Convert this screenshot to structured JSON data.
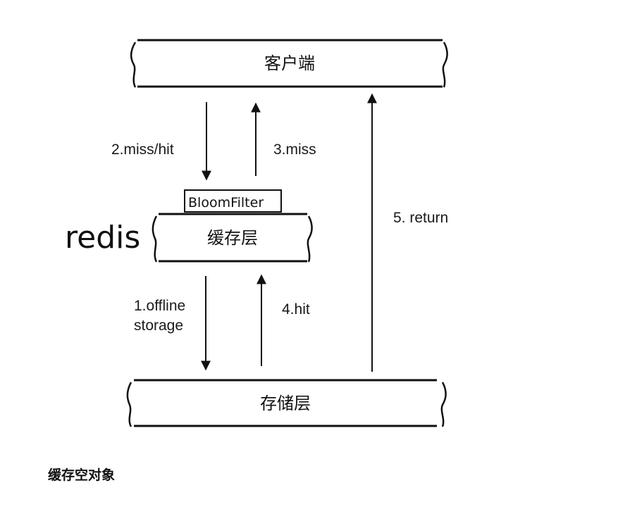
{
  "diagram": {
    "client_box_label": "客户端",
    "cache_box_label": "缓存层",
    "storage_box_label": "存储层",
    "bloom_filter_label": "BloomFilter",
    "redis_label": "redis",
    "arrows": {
      "miss_hit": "2.miss/hit",
      "miss": "3.miss",
      "offline_line1": "1.offline",
      "offline_line2": "storage",
      "hit": "4.hit",
      "return": "5. return"
    }
  },
  "caption": "缓存空对象"
}
